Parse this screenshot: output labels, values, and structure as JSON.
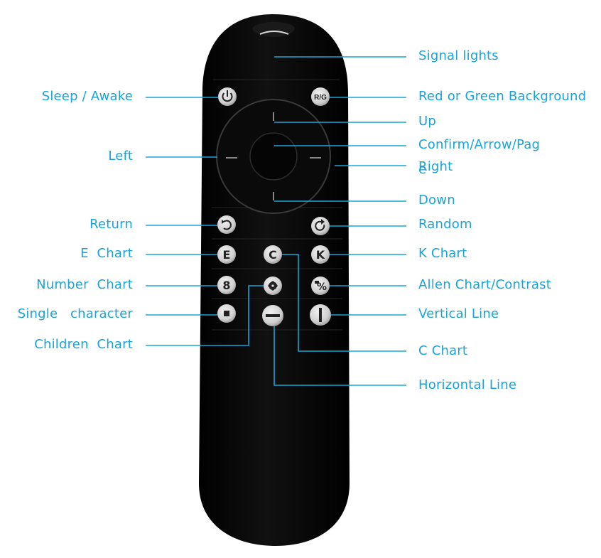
{
  "colors": {
    "label": "#1aa3d8",
    "line": "#1aa3d8",
    "remote_body": "#060606",
    "button_face": "#d6d6d6"
  },
  "labels": {
    "signal_lights": "Signal lights",
    "sleep_awake": "Sleep / Awake",
    "red_green_background": "Red or Green Background",
    "up": "Up",
    "left": "Left",
    "confirm_arrow_page": "Confirm/Arrow/Pag",
    "confirm_arrow_page_tail": "e",
    "right": "Right",
    "down": "Down",
    "return": "Return",
    "random": "Random",
    "e_chart": "E  Chart",
    "k_chart": "K Chart",
    "number_chart": "Number  Chart",
    "allen_chart_contrast": "Allen Chart/Contrast",
    "single_character": "Single   character",
    "vertical_line": "Vertical Line",
    "children_chart": "Children  Chart",
    "c_chart": "C Chart",
    "horizontal_line": "Horizontal Line"
  },
  "buttons": {
    "rg": "R/G",
    "e": "E",
    "c": "C",
    "k": "K",
    "eight": "8",
    "allen": "%"
  },
  "icons": {
    "power": "power-icon",
    "return": "return-icon",
    "random": "random-icon",
    "children": "flower-icon",
    "single": "square-icon",
    "horizontal": "horizontal-line-icon",
    "vertical": "vertical-line-icon"
  }
}
